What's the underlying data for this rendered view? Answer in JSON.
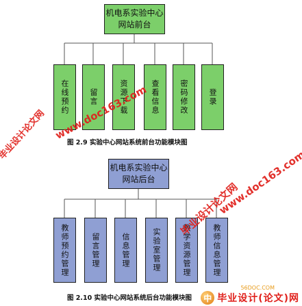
{
  "figure1": {
    "root": "机电系实验中心\n网站前台",
    "children": [
      "在线预约",
      "留言",
      "资源下载",
      "查看信息",
      "密码修改",
      "登录"
    ],
    "caption": "图 2.9  实验中心网站系统前台功能模块图",
    "colors": {
      "fill": "#7ccf6a",
      "border": "#1f1f1f"
    }
  },
  "figure2": {
    "root": "机电系实验中心\n网站后台",
    "children": [
      "教师预约管理",
      "留言管理",
      "信息管理",
      "实验室管理",
      "教学资源管理",
      "教师信息管理"
    ],
    "caption": "图 2.10  实验中心网站系统后台功能模块图",
    "colors": {
      "fill": "#8f9fd3",
      "border": "#1f1f1f"
    }
  },
  "watermarks": {
    "url": "www.doc163.com",
    "brand": "毕业设计论文网",
    "small_domain": "56DOC.COM",
    "logo_text": "毕业设计(论文)网",
    "logo_mark": "中",
    "color": "#e0201b"
  }
}
